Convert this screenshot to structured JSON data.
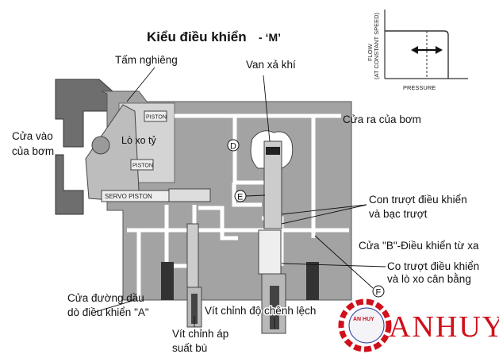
{
  "title": "Kiểu điều khiển",
  "title_suffix": "- ‘M’",
  "inset_chart": {
    "ylabel_line1": "FLOW",
    "ylabel_line2": "(AT CONSTANT SPEED)",
    "xlabel": "PRESSURE",
    "arrow_icon": "double-arrow-horizontal"
  },
  "labels": {
    "swashplate": "Tấm nghiêng",
    "bleed_valve": "Van xả khí",
    "pump_outlet": "Cửa ra của bơm",
    "pump_inlet_1": "Cửa vào",
    "pump_inlet_2": "của bơm",
    "bias_spring": "Lò xo tỷ",
    "spool_sleeve_1": "Con trượt điều khiển",
    "spool_sleeve_2": "và bạc trượt",
    "port_b": "Cửa \"B\"-Điều khiển từ xa",
    "port_a_1": "Cửa đường dầu",
    "port_a_2": "dò điều khiển \"A\"",
    "spool_spring_1": "Co trượt điều khiển",
    "spool_spring_2": "và lò xo cân bằng",
    "comp_screw_1": "Vít chỉnh áp",
    "comp_screw_2": "suất bù",
    "diff_screw": "Vít chỉnh độ chênh lệch"
  },
  "parts": {
    "piston_top": "PISTON",
    "piston_bottom": "PISTON",
    "servo_piston": "SERVO PISTON",
    "point_d": "D",
    "point_e": "E",
    "point_f": "F"
  },
  "logo": {
    "text": "ANHUY",
    "badge_text": "AN HUY",
    "color": "#d0101b"
  }
}
